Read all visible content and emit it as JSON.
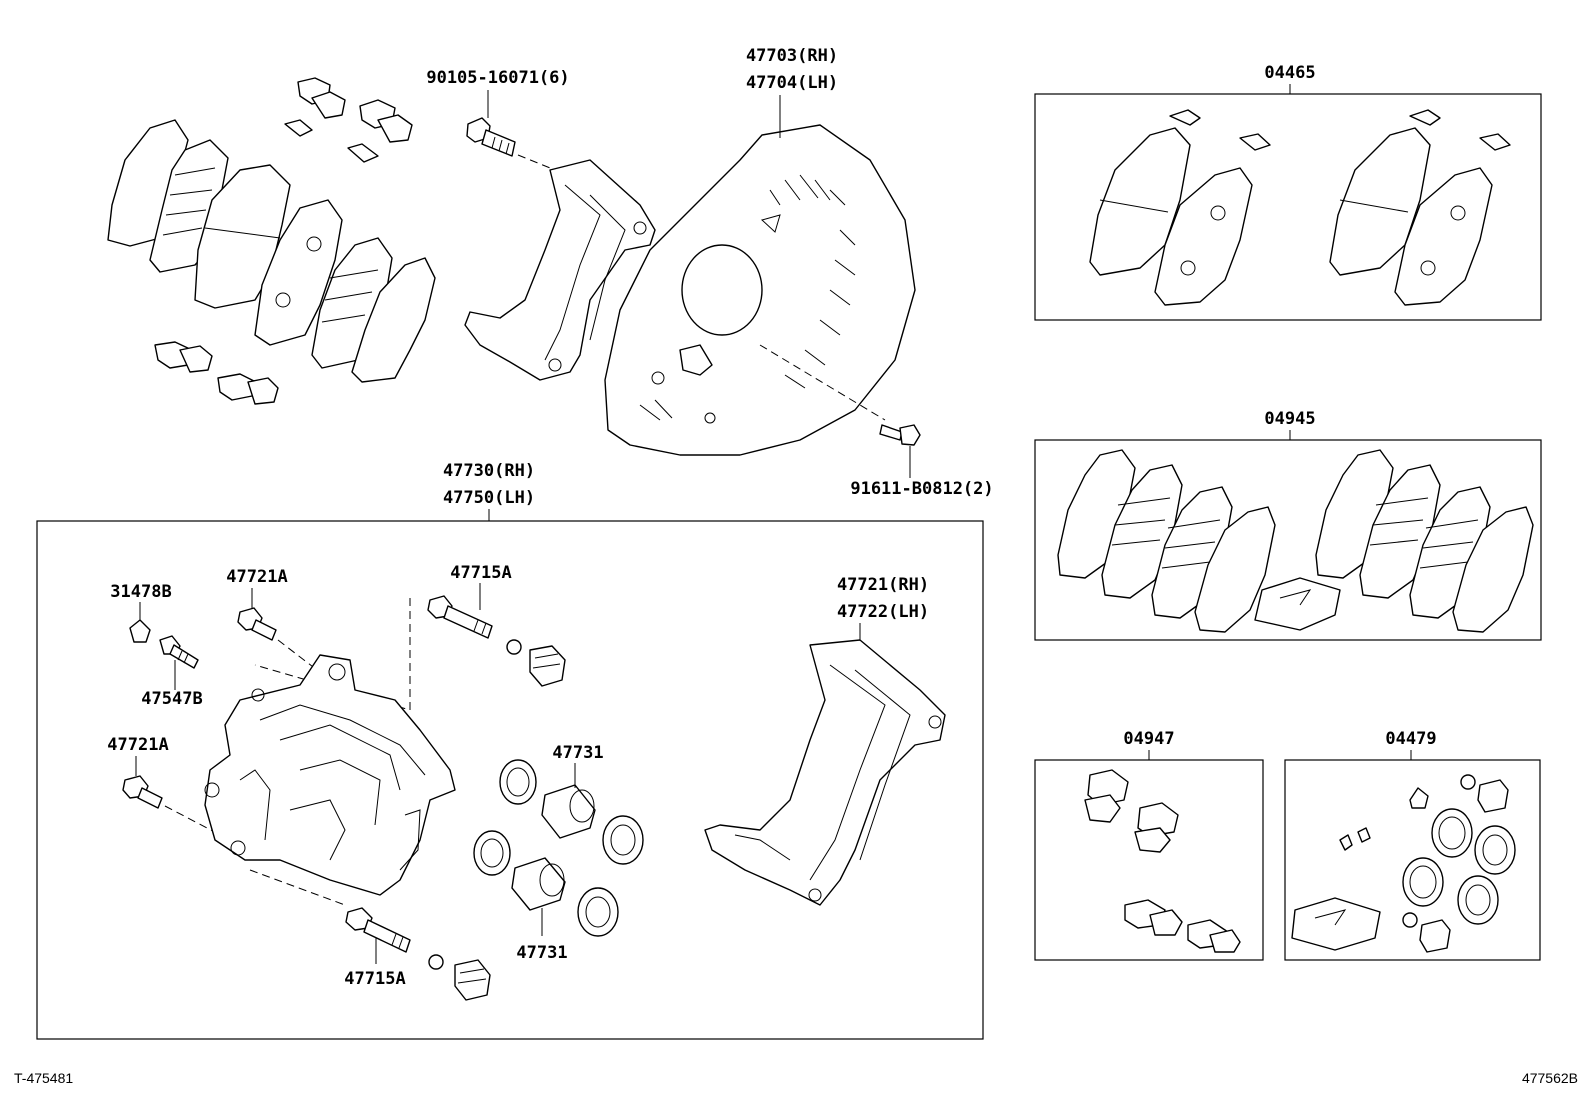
{
  "labels": {
    "bolt_90105": "90105-16071(6)",
    "shield_rh": "47703(RH)",
    "shield_lh": "47704(LH)",
    "bolt_91611": "91611-B0812(2)",
    "caliper_rh": "47730(RH)",
    "caliper_lh": "47750(LH)",
    "cap_31478b": "31478B",
    "bolt_47721a_top": "47721A",
    "bleeder_47547b": "47547B",
    "bolt_47721a_left": "47721A",
    "pin_47715a_top": "47715A",
    "pin_47715a_bottom": "47715A",
    "piston_47731_top": "47731",
    "piston_47731_bottom": "47731",
    "mounting_rh": "47721(RH)",
    "mounting_lh": "47722(LH)",
    "kit_04465": "04465",
    "kit_04945": "04945",
    "kit_04947": "04947",
    "kit_04479": "04479"
  },
  "footer": {
    "left_ref": "T-475481",
    "right_ref": "477562B"
  }
}
